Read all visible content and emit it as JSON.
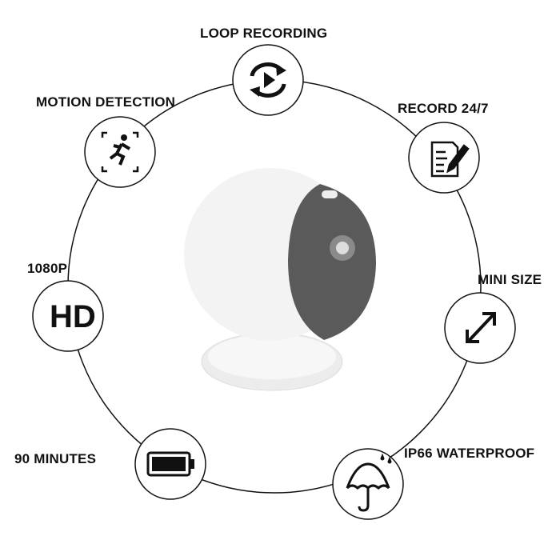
{
  "features": {
    "loop": {
      "label": "LOOP RECORDING",
      "icon": "loop-arrows-play-icon"
    },
    "motion": {
      "label": "MOTION DETECTION",
      "icon": "running-person-icon"
    },
    "record": {
      "label": "RECORD 24/7",
      "icon": "document-pen-icon"
    },
    "resolution": {
      "label": "1080P",
      "badge": "HD"
    },
    "size": {
      "label": "MINI SIZE",
      "icon": "diagonal-arrow-icon"
    },
    "battery": {
      "label": "90 MINUTES",
      "icon": "battery-icon"
    },
    "waterproof": {
      "label": "IP66 WATERPROOF",
      "icon": "umbrella-rain-icon"
    }
  },
  "colors": {
    "ink": "#111111",
    "camera_face": "#5a5a5a",
    "camera_body": "#f2f2f2"
  }
}
